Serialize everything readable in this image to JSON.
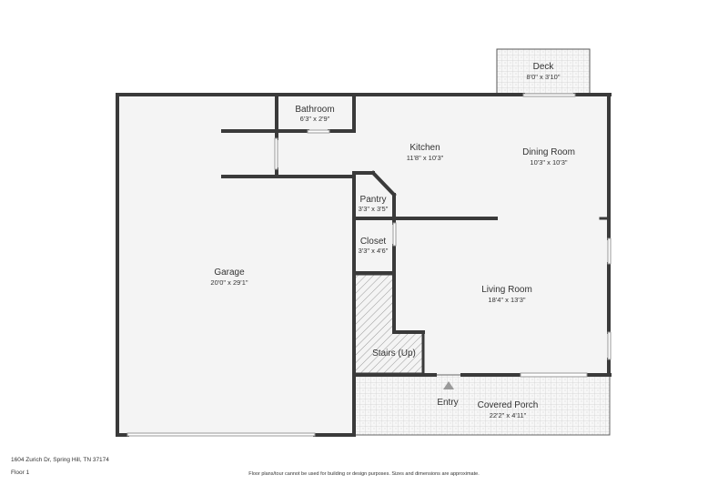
{
  "rooms": {
    "deck": {
      "name": "Deck",
      "dim": "8'0\" x 3'10\""
    },
    "bathroom": {
      "name": "Bathroom",
      "dim": "6'3\" x 2'9\""
    },
    "kitchen": {
      "name": "Kitchen",
      "dim": "11'8\" x 10'3\""
    },
    "dining": {
      "name": "Dining Room",
      "dim": "10'3\" x 10'3\""
    },
    "pantry": {
      "name": "Pantry",
      "dim": "3'3\" x 3'5\""
    },
    "closet": {
      "name": "Closet",
      "dim": "3'3\" x 4'6\""
    },
    "garage": {
      "name": "Garage",
      "dim": "20'0\" x 29'1\""
    },
    "living": {
      "name": "Living Room",
      "dim": "18'4\" x 13'3\""
    },
    "stairs": {
      "name": "Stairs (Up)"
    },
    "entry": {
      "name": "Entry"
    },
    "porch": {
      "name": "Covered Porch",
      "dim": "22'2\" x 4'11\""
    }
  },
  "footer": {
    "address": "1604 Zurich Dr, Spring Hill, TN 37174",
    "floor": "Floor 1",
    "disclaimer": "Floor plans/tour cannot be used for building or design purposes. Sizes and dimensions are approximate."
  },
  "colors": {
    "wall": "#3a3a3a",
    "floor": "#f4f4f4",
    "porch_tile": "#cfcfcf",
    "text": "#333333"
  }
}
